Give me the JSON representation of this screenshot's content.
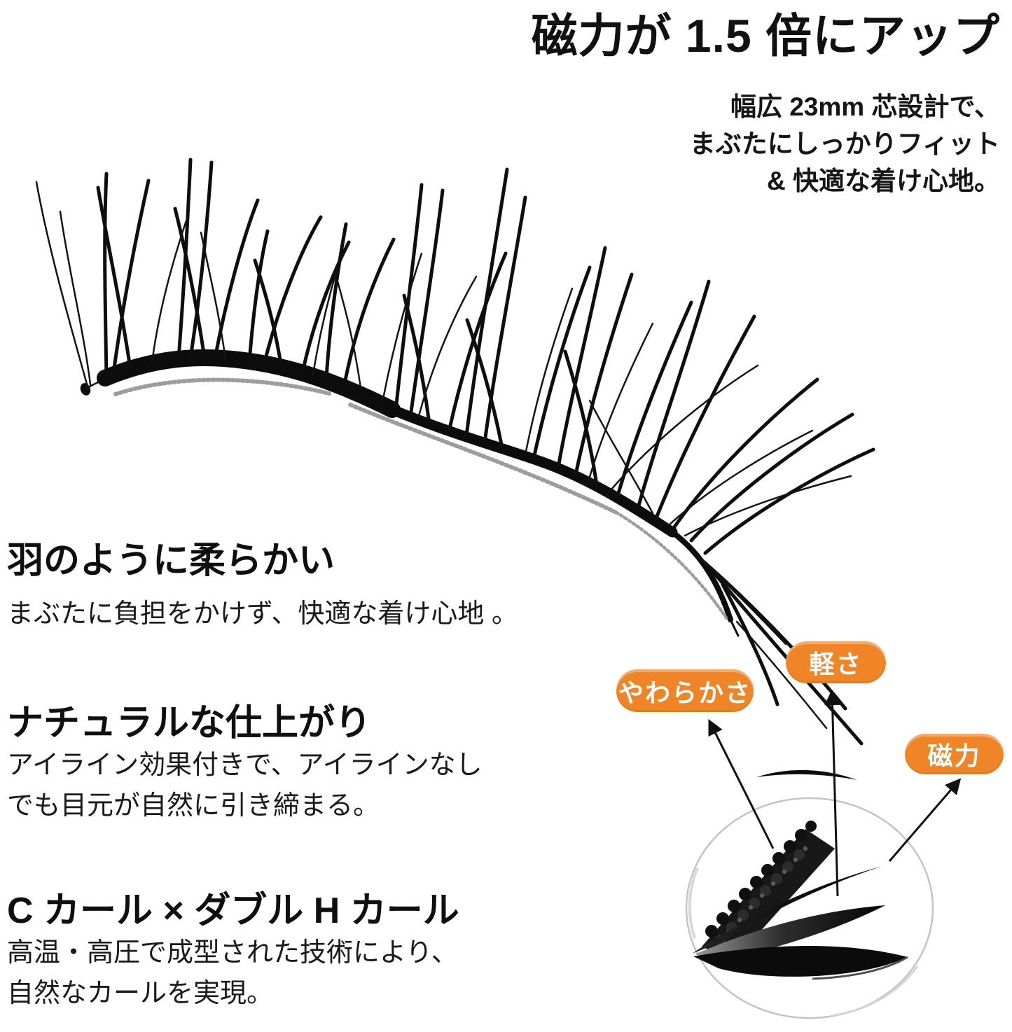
{
  "page": {
    "background": "#FFFFFF",
    "colors": {
      "ink": "#111111",
      "accent_orange": "#EF8526",
      "pill_text": "#FFFFFF",
      "magnifier_circle_gray": "#C4C4C4"
    }
  },
  "header": {
    "title": "磁力が 1.5 倍にアップ",
    "subtitle_lines": [
      "幅広 23mm 芯設計で、",
      "まぶたにしっかりフィット",
      "& 快適な着け心地。"
    ]
  },
  "features": [
    {
      "heading": "羽のように柔らかい",
      "body_lines": [
        "まぶたに負担をかけず、快適な着け心地 。"
      ]
    },
    {
      "heading": "ナチュラルな仕上がり",
      "body_lines": [
        "アイライン効果付きで、アイラインなし",
        "でも目元が自然に引き締まる。"
      ]
    },
    {
      "heading": "C カール × ダブル H カール",
      "body_lines": [
        "高温・高圧で成型された技術により、",
        "自然なカールを実現。"
      ]
    }
  ],
  "diagram": {
    "labels": [
      {
        "text": "やわらかさ"
      },
      {
        "text": "軽さ"
      },
      {
        "text": "磁力"
      }
    ],
    "illustration_names": {
      "main": "false-eyelash-strip-illustration",
      "magnifier": "magnifier-circle",
      "magnified": "magnified-lash-band-illustration"
    }
  }
}
